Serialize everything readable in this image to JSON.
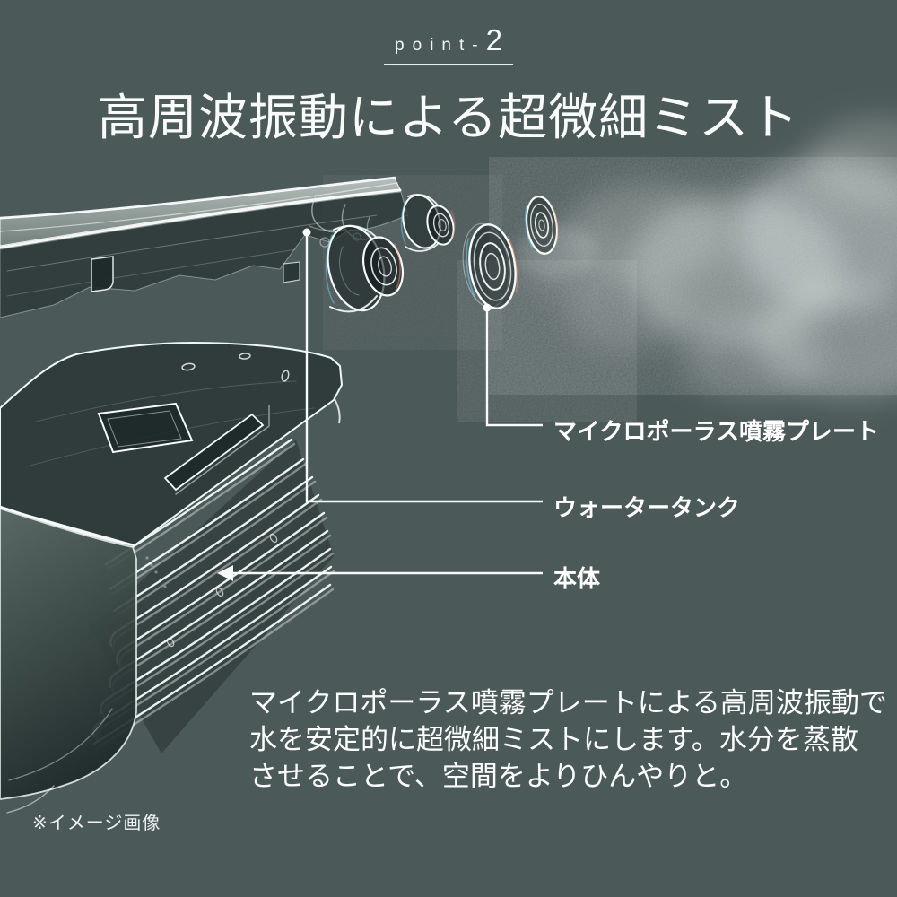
{
  "meta": {
    "background_color": "#4c5959",
    "text_color": "#ffffff",
    "leader_line_color": "#f6faf9",
    "fringe_cool_color": "#6ec6f0",
    "fringe_warm_color": "#ff8d75"
  },
  "header": {
    "point_label": "point-",
    "point_number": "2",
    "title": "高周波振動による超微細ミスト"
  },
  "diagram": {
    "labels": [
      {
        "text": "マイクロポーラス噴霧プレート"
      },
      {
        "text": "ウォータータンク"
      },
      {
        "text": "本体"
      }
    ]
  },
  "description": {
    "line1": "マイクロポーラス噴霧プレートによる高周波振動で",
    "line2": "水を安定的に超微細ミストにします。水分を蒸散",
    "line3": "させることで、空間をよりひんやりと。"
  },
  "footnote": {
    "text": "※イメージ画像"
  }
}
